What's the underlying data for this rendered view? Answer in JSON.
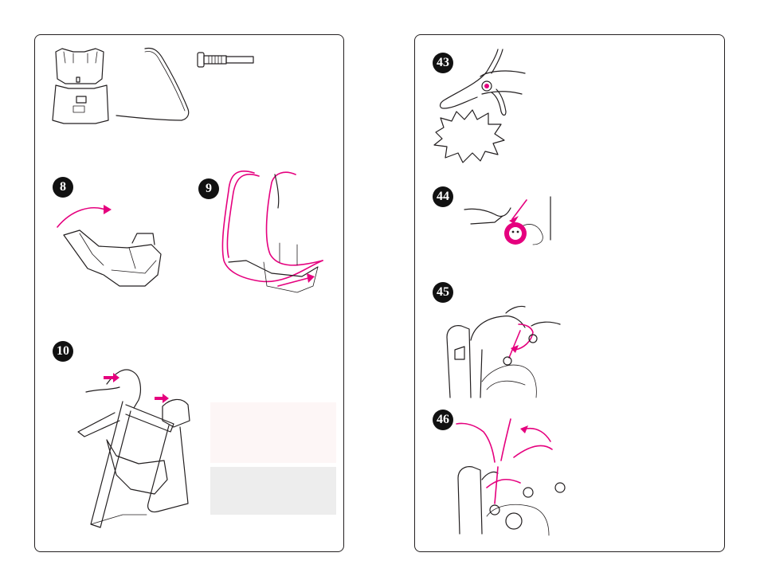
{
  "colors": {
    "accent": "#e5007e",
    "ink": "#231f20",
    "border": "#231f20",
    "note_pink": "#fdf6f6",
    "note_grey": "#ededed"
  },
  "steps": {
    "step8": "8",
    "step9": "9",
    "step10": "10",
    "step43": "43",
    "step44": "44",
    "step45": "45",
    "step46": "46"
  },
  "parts": [
    "seat-shell",
    "seat-bar",
    "bolt"
  ]
}
